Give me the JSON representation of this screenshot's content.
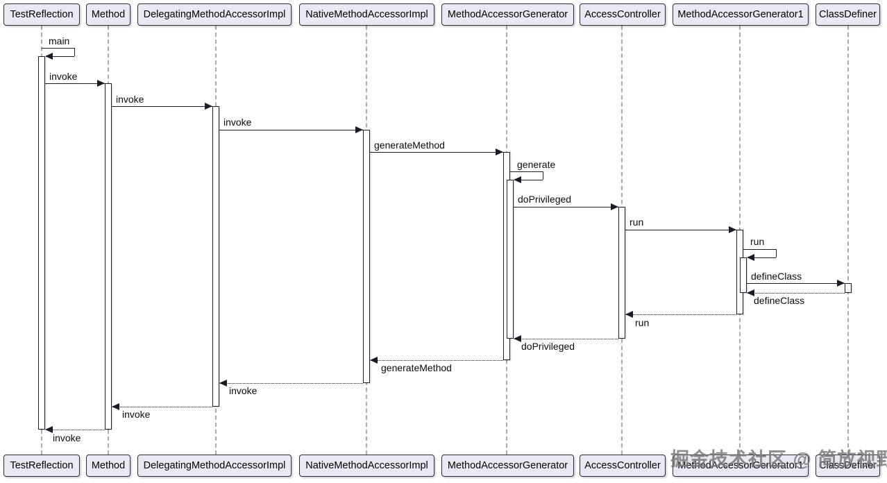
{
  "diagram_type": "uml-sequence",
  "participants": [
    {
      "name": "TestReflection"
    },
    {
      "name": "Method"
    },
    {
      "name": "DelegatingMethodAccessorImpl"
    },
    {
      "name": "NativeMethodAccessorImpl"
    },
    {
      "name": "MethodAccessorGenerator"
    },
    {
      "name": "AccessController"
    },
    {
      "name": "MethodAccessorGenerator1"
    },
    {
      "name": "ClassDefiner"
    }
  ],
  "messages": [
    {
      "label": "main",
      "from": "TestReflection",
      "to": "TestReflection",
      "kind": "self"
    },
    {
      "label": "invoke",
      "from": "TestReflection",
      "to": "Method",
      "kind": "call"
    },
    {
      "label": "invoke",
      "from": "Method",
      "to": "DelegatingMethodAccessorImpl",
      "kind": "call"
    },
    {
      "label": "invoke",
      "from": "DelegatingMethodAccessorImpl",
      "to": "NativeMethodAccessorImpl",
      "kind": "call"
    },
    {
      "label": "generateMethod",
      "from": "NativeMethodAccessorImpl",
      "to": "MethodAccessorGenerator",
      "kind": "call"
    },
    {
      "label": "generate",
      "from": "MethodAccessorGenerator",
      "to": "MethodAccessorGenerator",
      "kind": "self"
    },
    {
      "label": "doPrivileged",
      "from": "MethodAccessorGenerator",
      "to": "AccessController",
      "kind": "call"
    },
    {
      "label": "run",
      "from": "AccessController",
      "to": "MethodAccessorGenerator1",
      "kind": "call"
    },
    {
      "label": "run",
      "from": "MethodAccessorGenerator1",
      "to": "MethodAccessorGenerator1",
      "kind": "self"
    },
    {
      "label": "defineClass",
      "from": "MethodAccessorGenerator1",
      "to": "ClassDefiner",
      "kind": "call"
    },
    {
      "label": "defineClass",
      "from": "ClassDefiner",
      "to": "MethodAccessorGenerator1",
      "kind": "return"
    },
    {
      "label": "run",
      "from": "MethodAccessorGenerator1",
      "to": "AccessController",
      "kind": "return"
    },
    {
      "label": "doPrivileged",
      "from": "AccessController",
      "to": "MethodAccessorGenerator",
      "kind": "return"
    },
    {
      "label": "generateMethod",
      "from": "MethodAccessorGenerator",
      "to": "NativeMethodAccessorImpl",
      "kind": "return"
    },
    {
      "label": "invoke",
      "from": "NativeMethodAccessorImpl",
      "to": "DelegatingMethodAccessorImpl",
      "kind": "return"
    },
    {
      "label": "invoke",
      "from": "DelegatingMethodAccessorImpl",
      "to": "Method",
      "kind": "return"
    },
    {
      "label": "invoke",
      "from": "Method",
      "to": "TestReflection",
      "kind": "return"
    }
  ],
  "watermark": "掘金技术社区 @ 简放视野",
  "colors": {
    "participant_fill": "#E9E9F4",
    "participant_border": "#2b2b3d",
    "line": "#1b1b28",
    "lifeline": "#ababab",
    "watermark": "#767676",
    "background": "#ffffff"
  }
}
